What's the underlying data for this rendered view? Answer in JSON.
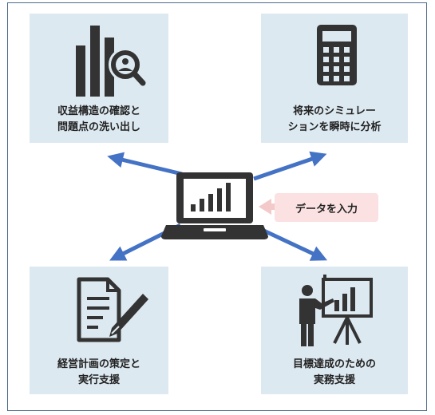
{
  "cards": {
    "top_left": {
      "line1": "収益構造の確認と",
      "line2": "問題点の洗い出し",
      "icon": "bar-chart-magnifier-icon"
    },
    "top_right": {
      "line1": "将来のシミュレー",
      "line2": "ションを瞬時に分析",
      "icon": "calculator-icon"
    },
    "bottom_left": {
      "line1": "経営計画の策定と",
      "line2": "実行支援",
      "icon": "document-pen-icon"
    },
    "bottom_right": {
      "line1": "目標達成のための",
      "line2": "実務支援",
      "icon": "presenter-chart-icon"
    }
  },
  "center": {
    "icon": "laptop-chart-icon",
    "input_label": "データを入力"
  },
  "colors": {
    "card_bg": "#dde9f1",
    "arrow": "#4472c4",
    "icon": "#333333",
    "pill_bg": "#fbe1e1",
    "input_arrow": "#f3c9c9"
  }
}
